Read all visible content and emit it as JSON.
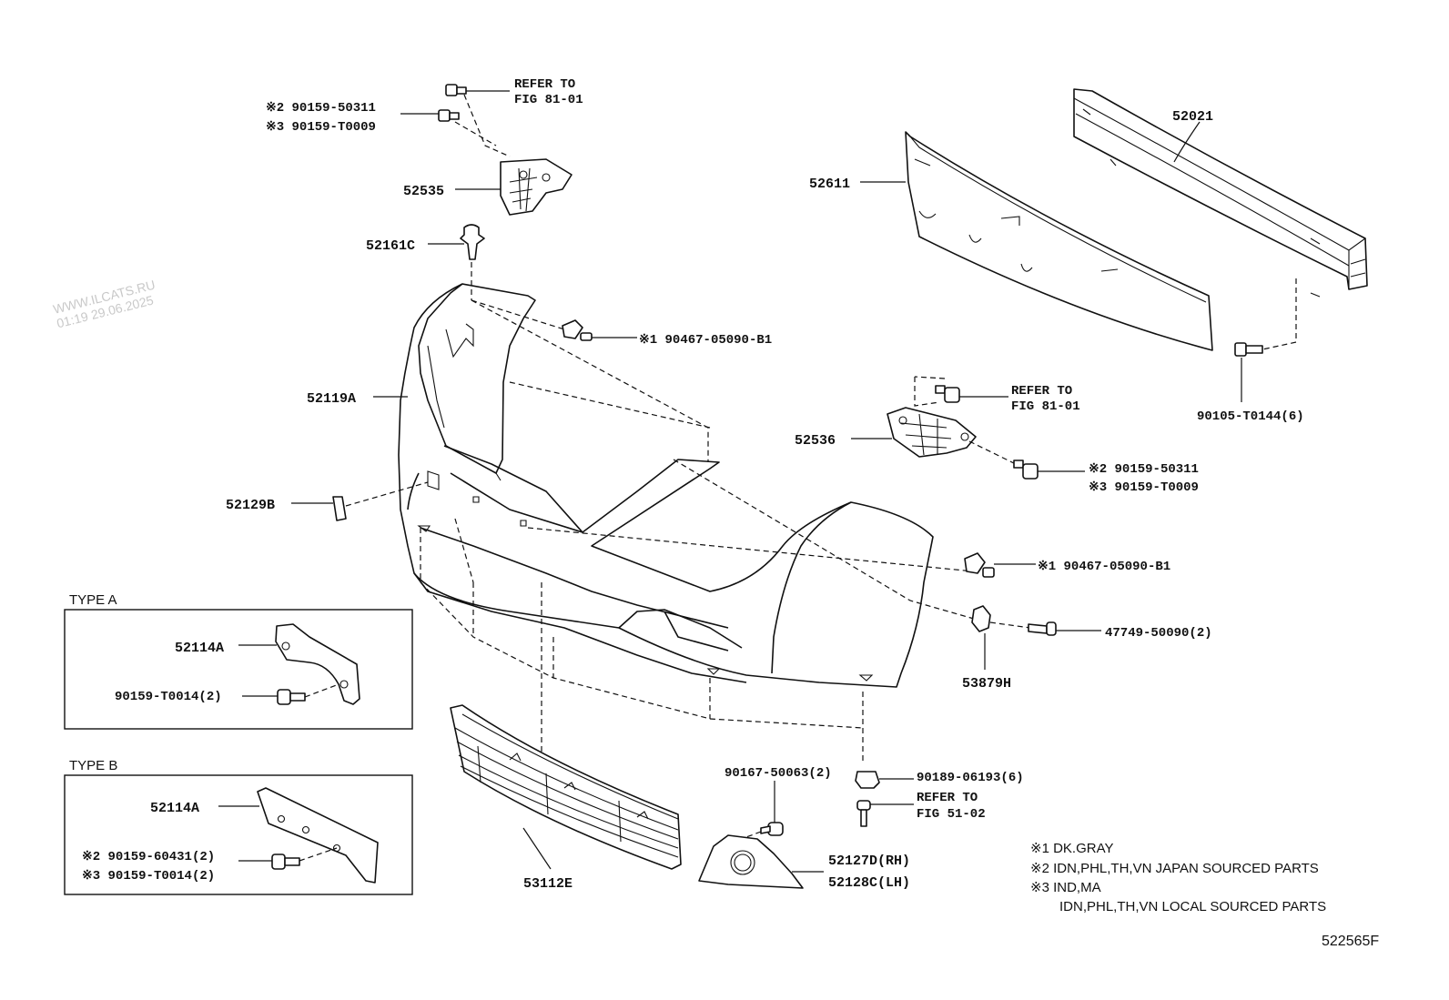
{
  "watermark": {
    "line1": "WWW.ILCATS.RU",
    "line2": "01:19 29.06.2025"
  },
  "labels": {
    "refer_top_1": "REFER TO",
    "refer_top_2": "FIG 81-01",
    "bolt_top_2": "※2 90159-50311",
    "bolt_top_3": "※3 90159-T0009",
    "p52535": "52535",
    "p52161c": "52161C",
    "clip_top": "※1 90467-05090-B1",
    "p52119a": "52119A",
    "p52129b": "52129B",
    "p52611": "52611",
    "p52021": "52021",
    "bolt_52021": "90105-T0144(6)",
    "refer_mid_1": "REFER TO",
    "refer_mid_2": "FIG 81-01",
    "p52536": "52536",
    "bolt_mid_2": "※2 90159-50311",
    "bolt_mid_3": "※3 90159-T0009",
    "clip_right": "※1 90467-05090-B1",
    "screw_47749": "47749-50090(2)",
    "p53879h": "53879H",
    "screw_90167": "90167-50063(2)",
    "clip_90189": "90189-06193(6)",
    "refer_low_1": "REFER TO",
    "refer_low_2": "FIG 51-02",
    "p52127d": "52127D(RH)",
    "p52128c": "52128C(LH)",
    "p53112e": "53112E"
  },
  "type_a": {
    "title": "TYPE A",
    "part": "52114A",
    "bolt": "90159-T0014(2)"
  },
  "type_b": {
    "title": "TYPE B",
    "part": "52114A",
    "bolt_2": "※2 90159-60431(2)",
    "bolt_3": "※3 90159-T0014(2)"
  },
  "notes": [
    "※1 DK.GRAY",
    "※2 IDN,PHL,TH,VN JAPAN SOURCED PARTS",
    "※3 IND,MA",
    "IDN,PHL,TH,VN LOCAL SOURCED PARTS"
  ],
  "figure_id": "522565F"
}
